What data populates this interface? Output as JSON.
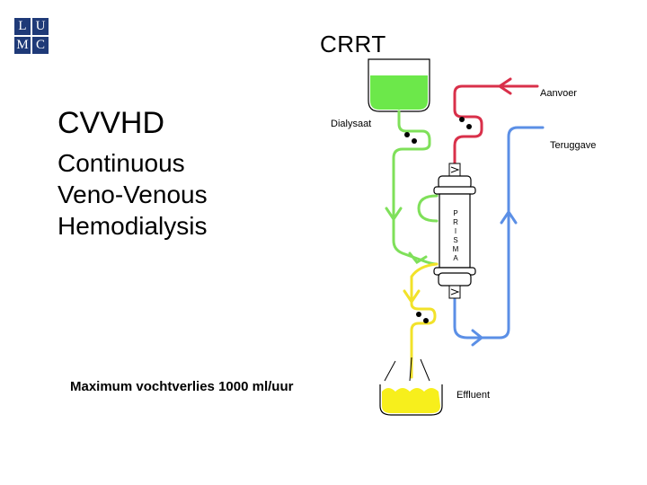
{
  "logo": {
    "letters": [
      "L",
      "U",
      "M",
      "C"
    ],
    "color": "#1f3a78"
  },
  "slide": {
    "title": "CRRT",
    "heading": "CVVHD",
    "subheading_lines": [
      "Continuous",
      "Veno-Venous",
      "Hemodialysis"
    ],
    "note": "Maximum vochtverlies 1000 ml/uur"
  },
  "diagram": {
    "labels": {
      "aanvoer": "Aanvoer",
      "dialysaat": "Dialysaat",
      "teruggave": "Teruggave",
      "effluent": "Effluent"
    },
    "filter_letters": [
      "P",
      "R",
      "I",
      "S",
      "M",
      "A"
    ],
    "colors": {
      "red": "#d9304a",
      "blue": "#5b8fe6",
      "green": "#7fe05a",
      "yellow": "#f2e22a",
      "dialysate_fill": "#6ce84a",
      "effluent_fill": "#f7ef1c"
    }
  }
}
